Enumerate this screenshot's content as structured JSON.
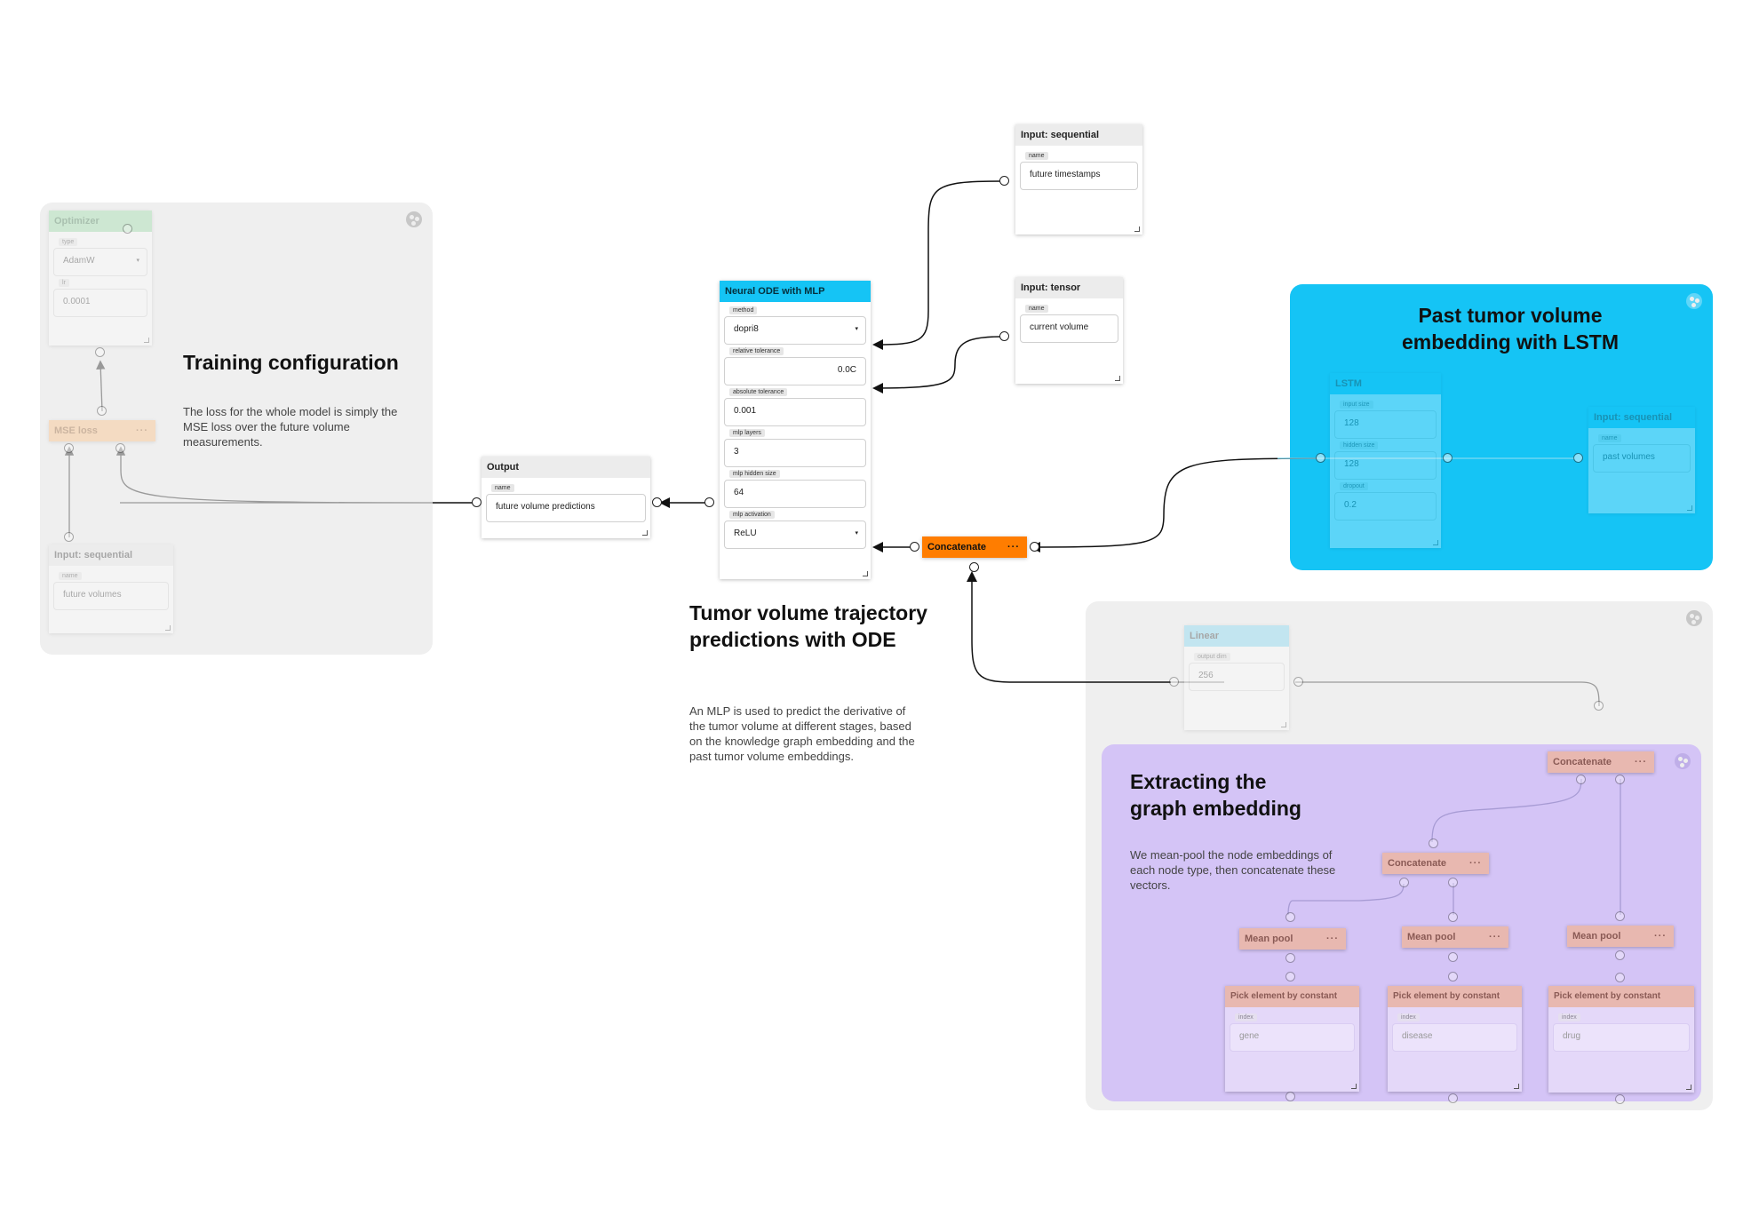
{
  "colors": {
    "cyan": "#15c4f5",
    "orange": "#ff7d00",
    "purple": "#d4c4f6",
    "gray_group": "#efefef",
    "green": "#b7e6c3",
    "peach": "#fdd6b5",
    "salmon": "#e8b8b0",
    "light_blue": "#bfe8f5"
  },
  "training": {
    "title": "Training configuration",
    "description": "The loss for the whole model is simply the MSE loss over the future volume measurements.",
    "optimizer": {
      "header": "Optimizer",
      "type_label": "type",
      "type_value": "AdamW",
      "lr_label": "lr",
      "lr_value": "0.0001"
    },
    "mse": {
      "header": "MSE loss",
      "menu": "···"
    },
    "input": {
      "header": "Input: sequential",
      "name_label": "name",
      "name_value": "future volumes"
    }
  },
  "output": {
    "header": "Output",
    "name_label": "name",
    "name_value": "future volume predictions"
  },
  "ode": {
    "header": "Neural ODE with MLP",
    "method_label": "method",
    "method_value": "dopri8",
    "rtol_label": "relative tolerance",
    "rtol_value": "0.0C",
    "atol_label": "absolute tolerance",
    "atol_value": "0.001",
    "layers_label": "mlp layers",
    "layers_value": "3",
    "hidden_label": "mlp hidden size",
    "hidden_value": "64",
    "act_label": "mlp activation",
    "act_value": "ReLU",
    "title": "Tumor volume trajectory predictions with ODE",
    "description": "An MLP is used to predict the derivative of the tumor volume at different stages, based on the knowledge graph embedding and the past tumor volume embeddings."
  },
  "input_ts": {
    "header": "Input: sequential",
    "name_label": "name",
    "name_value": "future timestamps"
  },
  "input_tensor": {
    "header": "Input: tensor",
    "name_label": "name",
    "name_value": "current volume"
  },
  "concat_main": {
    "header": "Concatenate",
    "menu": "···"
  },
  "lstm_group": {
    "title": "Past tumor volume embedding with LSTM",
    "lstm": {
      "header": "LSTM",
      "f1_label": "input size",
      "f1_value": "128",
      "f2_label": "hidden size",
      "f2_value": "128",
      "f3_label": "dropout",
      "f3_value": "0.2"
    },
    "input": {
      "header": "Input: sequential",
      "name_label": "name",
      "name_value": "past volumes"
    }
  },
  "graph_group": {
    "linear": {
      "header": "Linear",
      "label": "output dim",
      "value": "256"
    },
    "title": "Extracting the graph embedding",
    "description": "We mean-pool the node embeddings of each node type, then concatenate these vectors.",
    "concat_top": {
      "header": "Concatenate",
      "menu": "···"
    },
    "concat_mid": {
      "header": "Concatenate",
      "menu": "···"
    },
    "mean_pool": [
      "Mean pool",
      "Mean pool",
      "Mean pool"
    ],
    "pick": [
      {
        "header": "Pick element by constant",
        "label": "index",
        "value": "gene"
      },
      {
        "header": "Pick element by constant",
        "label": "index",
        "value": "disease"
      },
      {
        "header": "Pick element by constant",
        "label": "index",
        "value": "drug"
      }
    ],
    "menu": "···"
  }
}
